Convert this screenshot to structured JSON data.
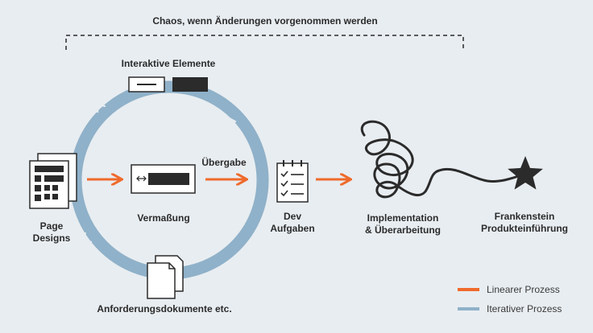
{
  "header": {
    "title": "Chaos, wenn Änderungen vorgenommen werden"
  },
  "labels": {
    "interactive": "Interaktive Elemente",
    "page_designs_1": "Page",
    "page_designs_2": "Designs",
    "measure": "Vermaßung",
    "handover": "Übergabe",
    "dev_1": "Dev",
    "dev_2": "Aufgaben",
    "impl_1": "Implementation",
    "impl_2": "& Überarbeitung",
    "frank_1": "Frankenstein",
    "frank_2": "Produkteinführung",
    "requirements": "Anforderungsdokumente etc."
  },
  "legend": {
    "linear": "Linearer Prozess",
    "iterative": "Iterativer Prozess"
  },
  "colors": {
    "background": "#e8edf1",
    "linear": "#ef6a2c",
    "iterative": "#8fb1c9",
    "ink": "#2b2b2b"
  },
  "icons": [
    "document-stack-icon",
    "dimension-icon",
    "checklist-icon",
    "tangle-icon",
    "star-icon",
    "toggle-elements-icon",
    "documents-icon"
  ]
}
